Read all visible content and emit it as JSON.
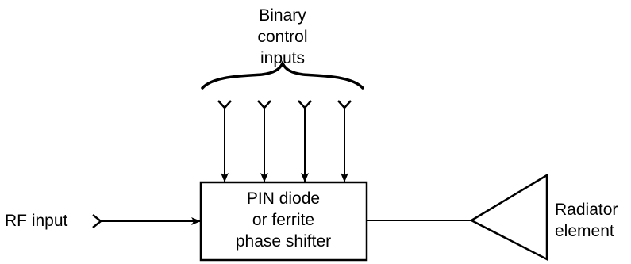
{
  "labels": {
    "control_line_1": "Binary",
    "control_line_2": "control",
    "control_line_3": "inputs",
    "rf_input": "RF input",
    "box_line_1": "PIN diode",
    "box_line_2": "or ferrite",
    "box_line_3": "phase shifter",
    "radiator_line_1": "Radiator",
    "radiator_line_2": "element"
  },
  "colors": {
    "stroke": "#000000",
    "background": "#ffffff"
  }
}
